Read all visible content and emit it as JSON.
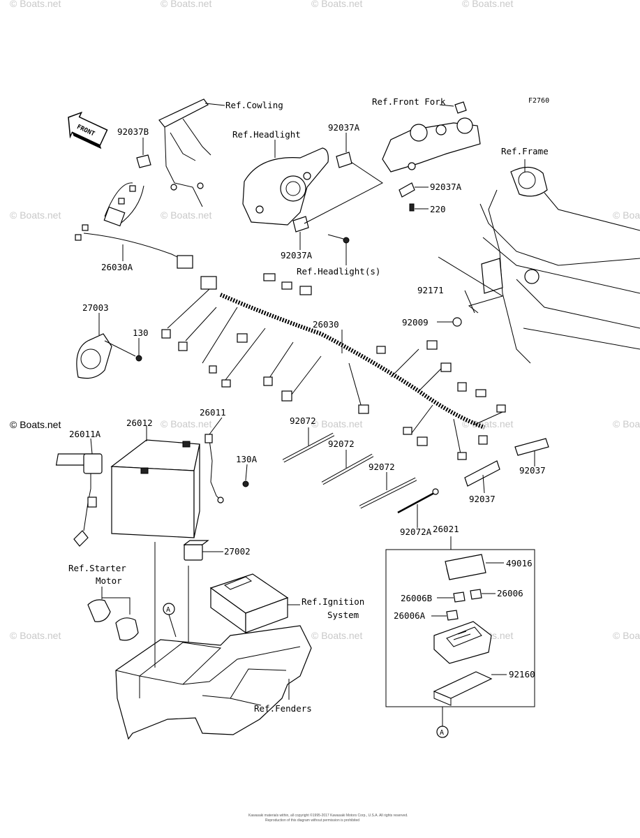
{
  "figure_id": "F2760",
  "front_arrow": "FRONT",
  "watermark": "© Boats.net",
  "footer_lines": [
    "Kawasaki materials within, all copyright ©1995-2017 Kawasaki Motors Corp., U.S.A. All rights reserved.",
    "Reproduction of this diagram without permission is prohibited"
  ],
  "references": {
    "cowling": "Ref.Cowling",
    "headlight": "Ref.Headlight",
    "front_fork": "Ref.Front Fork",
    "frame": "Ref.Frame",
    "headlights": "Ref.Headlight(s)",
    "starter_line1": "Ref.Starter",
    "starter_line2": "Motor",
    "ignition_line1": "Ref.Ignition",
    "ignition_line2": "System",
    "fenders": "Ref.Fenders"
  },
  "callout_marker": "A",
  "parts": {
    "p92037B": "92037B",
    "p92037A_top": "92037A",
    "p92037A_fork": "92037A",
    "p92037A_bottom": "92037A",
    "p220": "220",
    "p26030A": "26030A",
    "p92171": "92171",
    "p92009": "92009",
    "p27003": "27003",
    "p130": "130",
    "p26030": "26030",
    "p26011": "26011",
    "p26012": "26012",
    "p26011A": "26011A",
    "p130A": "130A",
    "p92072_a": "92072",
    "p92072_b": "92072",
    "p92072_c": "92072",
    "p92072A": "92072A",
    "p92037_right": "92037",
    "p92037_mid": "92037",
    "p26021": "26021",
    "p27002": "27002",
    "p49016": "49016",
    "p26006B": "26006B",
    "p26006": "26006",
    "p26006A": "26006A",
    "p92160": "92160"
  }
}
